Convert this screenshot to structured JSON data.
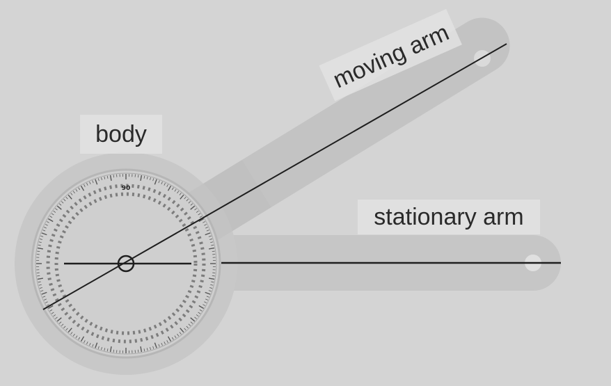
{
  "labels": {
    "body": "body",
    "moving_arm": "moving arm",
    "stationary_arm": "stationary arm"
  },
  "dial": {
    "major_label": "90"
  },
  "colors": {
    "background": "#d4d4d4",
    "arm": "#c6c6c6",
    "line": "#1e1e1e",
    "label_box": "#e2e2e2"
  }
}
